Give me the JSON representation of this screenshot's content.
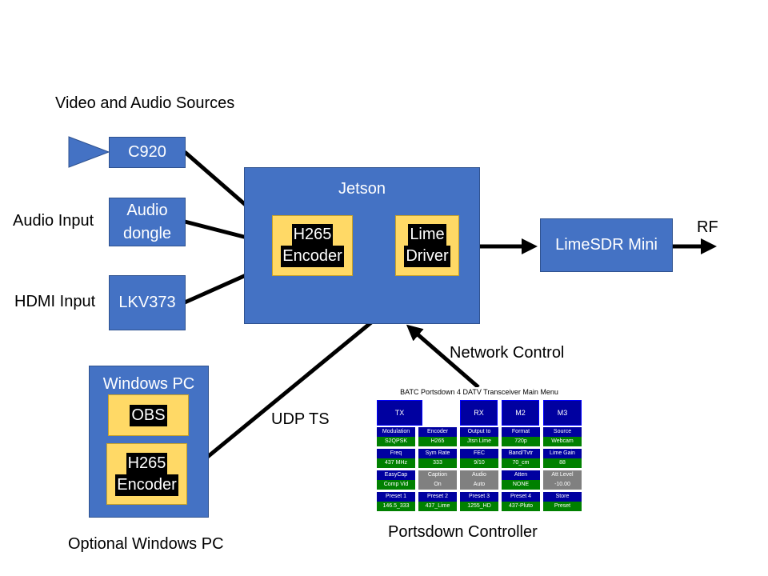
{
  "labels": {
    "video_audio_sources": "Video and Audio Sources",
    "audio_input": "Audio Input",
    "hdmi_input": "HDMI Input",
    "optional_windows_pc": "Optional Windows PC",
    "udp_ts": "UDP TS",
    "network_control": "Network Control",
    "portsdown_controller": "Portsdown Controller",
    "rf": "RF"
  },
  "boxes": {
    "c920": "C920",
    "audio_dongle_line1": "Audio",
    "audio_dongle_line2": "dongle",
    "lkv373": "LKV373",
    "jetson": "Jetson",
    "h265_line1": "H265",
    "h265_line2": "Encoder",
    "lime_line1": "Lime",
    "lime_line2": "Driver",
    "limesdr": "LimeSDR Mini",
    "windows_pc": "Windows PC",
    "obs": "OBS",
    "pc_h265_line1": "H265",
    "pc_h265_line2": "Encoder"
  },
  "portsdown": {
    "title": "BATC Portsdown 4 DATV Transceiver Main Menu",
    "top_buttons": [
      "TX",
      "RX",
      "M2",
      "M3"
    ],
    "rows": [
      [
        {
          "h": "Modulation",
          "v": "S2QPSK",
          "grey": false
        },
        {
          "h": "Encoder",
          "v": "H265",
          "grey": false
        },
        {
          "h": "Output to",
          "v": "Jtsn Lime",
          "grey": false
        },
        {
          "h": "Format",
          "v": "720p",
          "grey": false
        },
        {
          "h": "Source",
          "v": "Webcam",
          "grey": false
        }
      ],
      [
        {
          "h": "Freq",
          "v": "437 MHz",
          "grey": false
        },
        {
          "h": "Sym Rate",
          "v": "333",
          "grey": false
        },
        {
          "h": "FEC",
          "v": "9/10",
          "grey": false
        },
        {
          "h": "Band/Tvtr",
          "v": "70_cm",
          "grey": false
        },
        {
          "h": "Lime Gain",
          "v": "88",
          "grey": false
        }
      ],
      [
        {
          "h": "EasyCap",
          "v": "Comp Vid",
          "grey": false
        },
        {
          "h": "Caption",
          "v": "On",
          "grey": true
        },
        {
          "h": "Audio",
          "v": "Auto",
          "grey": true
        },
        {
          "h": "Atten",
          "v": "NONE",
          "grey": false
        },
        {
          "h": "Att Level",
          "v": "-10.00",
          "grey": true
        }
      ],
      [
        {
          "h": "Preset 1",
          "v": "146.5_333",
          "grey": false
        },
        {
          "h": "Preset 2",
          "v": "437_Lime",
          "grey": false
        },
        {
          "h": "Preset 3",
          "v": "1255_HD",
          "grey": false
        },
        {
          "h": "Preset 4",
          "v": "437-Pluto",
          "grey": false
        },
        {
          "h": "Store",
          "v": "Preset",
          "grey": false
        }
      ]
    ]
  },
  "colors": {
    "box_blue": "#4472c4",
    "encoder_yellow": "#ffd966",
    "menu_blue": "#0000a0",
    "menu_green": "#008000",
    "menu_grey": "#808080"
  }
}
